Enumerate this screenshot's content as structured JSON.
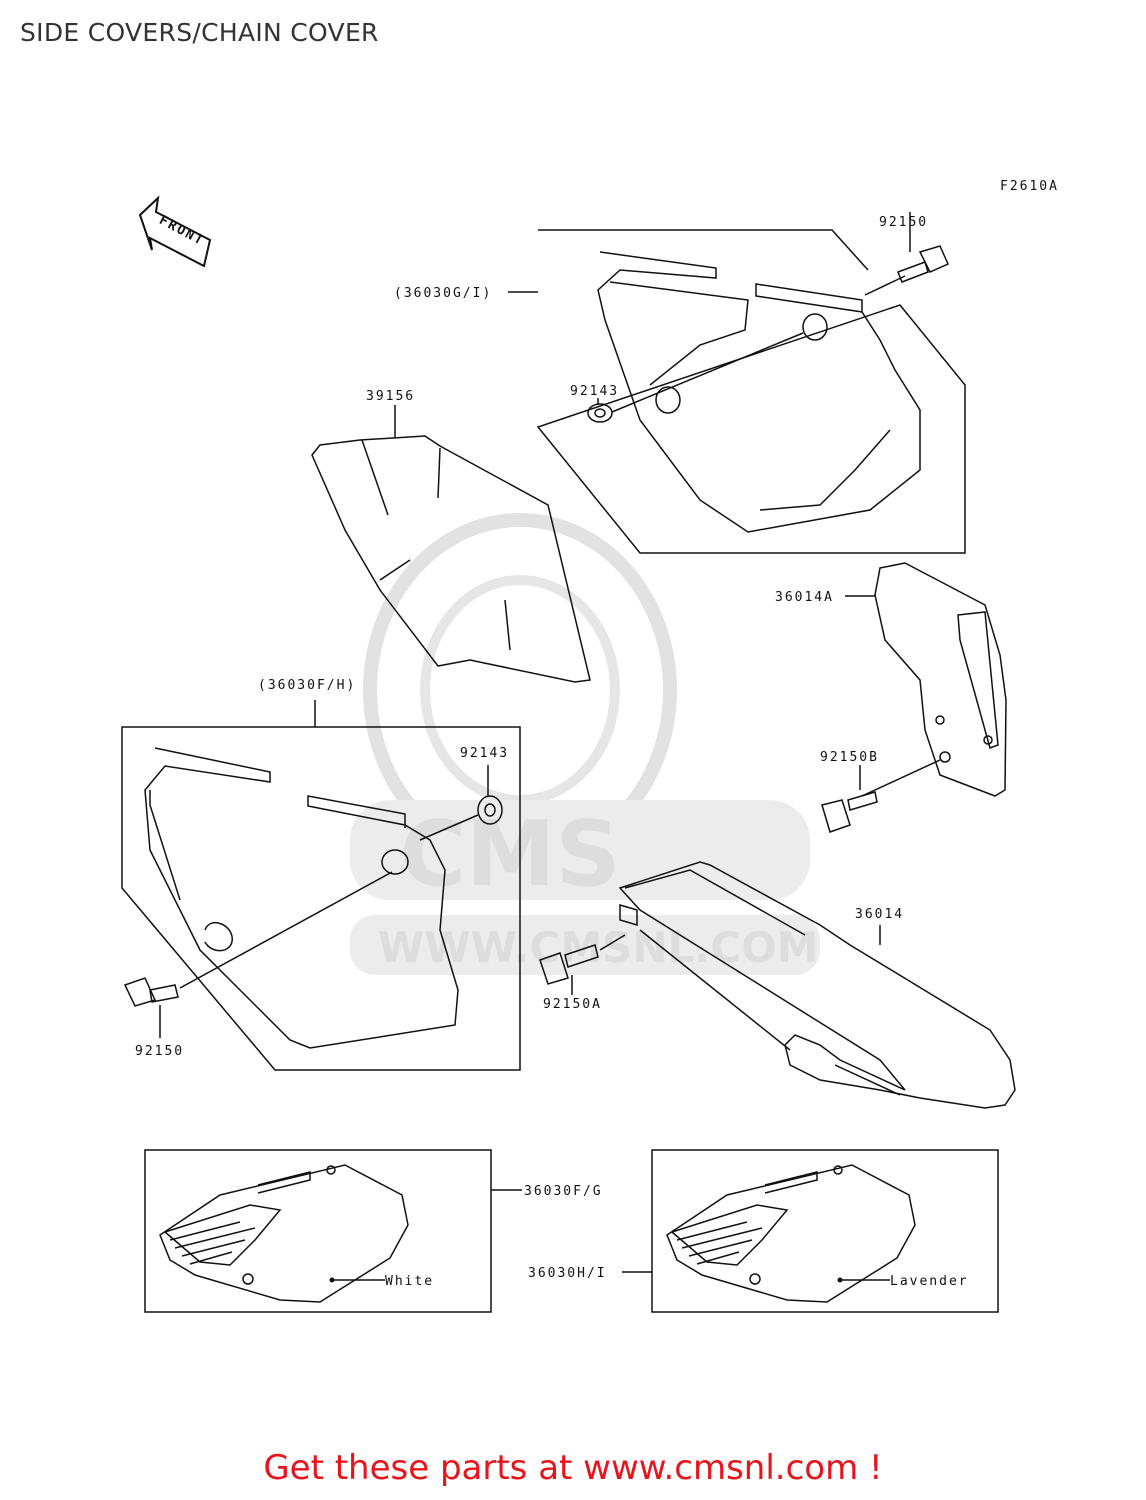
{
  "page": {
    "title": "SIDE COVERS/CHAIN COVER"
  },
  "diagram": {
    "code": "F2610A",
    "front_label": "FRONT",
    "labels": {
      "bolt_top": "92150",
      "cover_gi": "(36030G/I)",
      "grommet_top": "92143",
      "pad": "39156",
      "guard": "36014A",
      "cover_fh": "(36030F/H)",
      "grommet_left": "92143",
      "bolt_b": "92150B",
      "chain_cover": "36014",
      "bolt_left": "92150",
      "bolt_a": "92150A",
      "variant_fg": "36030F/G",
      "variant_hi": "36030H/I",
      "color_white": "White",
      "color_lavender": "Lavender"
    },
    "watermark": {
      "brand": "CMS",
      "site": "WWW.CMSNL.COM"
    }
  },
  "footer": {
    "text": "Get these parts at www.cmsnl.com !"
  },
  "colors": {
    "footer": "#e8141c",
    "title": "#333333",
    "line": "#111111",
    "watermark": "#dddddd"
  }
}
